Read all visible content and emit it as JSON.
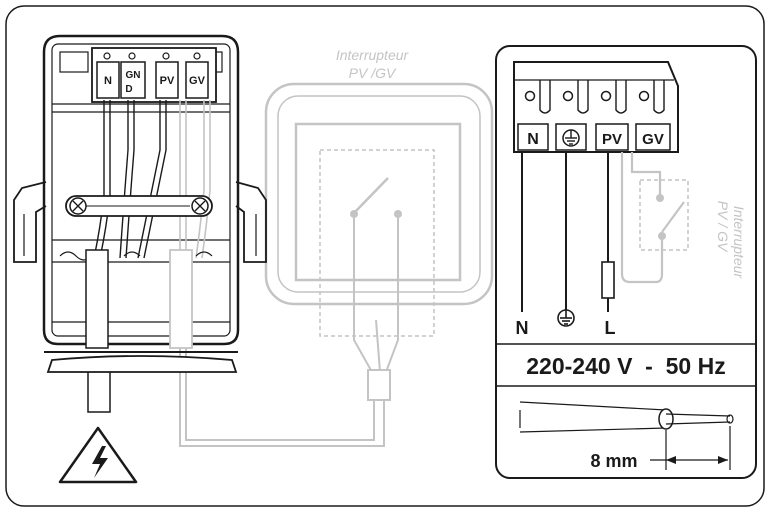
{
  "terminal_block_left": {
    "labels": [
      "N",
      "GN\nD",
      "PV",
      "GV"
    ]
  },
  "switch_center": {
    "caption_line1": "Interrupteur",
    "caption_line2": "PV /GV"
  },
  "schematic": {
    "terminals": [
      "N",
      "⏚",
      "PV",
      "GV"
    ],
    "switch_caption_line1": "Interrupteur",
    "switch_caption_line2": "PV / GV",
    "line_N": "N",
    "line_L": "L",
    "voltage": "220-240 V  -  50 Hz",
    "strip_length": "8 mm"
  },
  "colors": {
    "line_dark": "#1a1a1a",
    "line_grey": "#c4c4c4"
  },
  "icons": [
    "high-voltage-warning-icon",
    "ground-symbol-icon"
  ]
}
